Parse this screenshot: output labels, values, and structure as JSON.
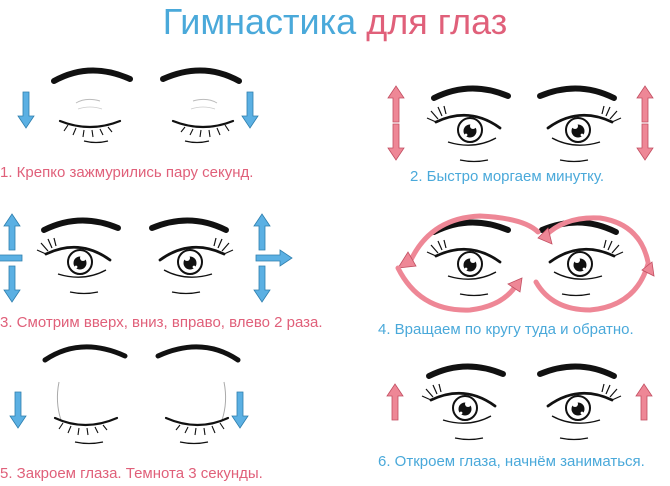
{
  "title": {
    "part1": "Гимнастика",
    "part2": "для глаз"
  },
  "colors": {
    "blue": "#4aa9da",
    "pink": "#e0607a",
    "blue_arrow": "#5bb0e3",
    "pink_arrow": "#ee8796",
    "line": "#111111"
  },
  "exercises": [
    {
      "caption": "1. Крепко зажмурились пару секунд.",
      "arrows": "down"
    },
    {
      "caption": "2. Быстро моргаем минутку.",
      "arrows": "up-down"
    },
    {
      "caption": "3. Смотрим вверх, вниз, вправо, влево 2 раза.",
      "arrows": "four-way"
    },
    {
      "caption": "4. Вращаем по кругу туда и обратно.",
      "arrows": "circular"
    },
    {
      "caption": "5. Закроем глаза. Темнота 3 секунды.",
      "arrows": "down"
    },
    {
      "caption": "6. Откроем глаза, начнём заниматься.",
      "arrows": "up"
    }
  ]
}
